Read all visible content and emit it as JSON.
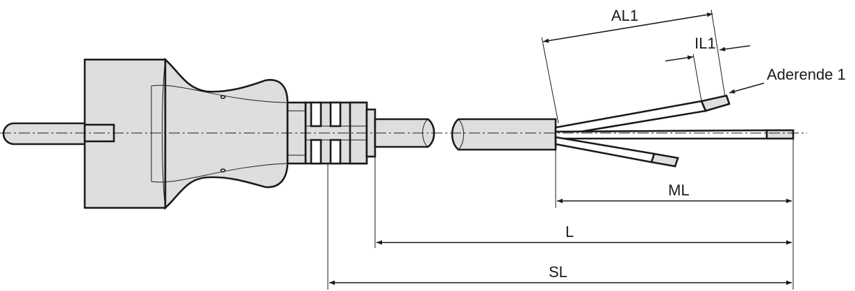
{
  "labels": {
    "al1": "AL1",
    "il1": "IL1",
    "aderende": "Aderende 1",
    "ml": "ML",
    "l": "L",
    "sl": "SL"
  }
}
